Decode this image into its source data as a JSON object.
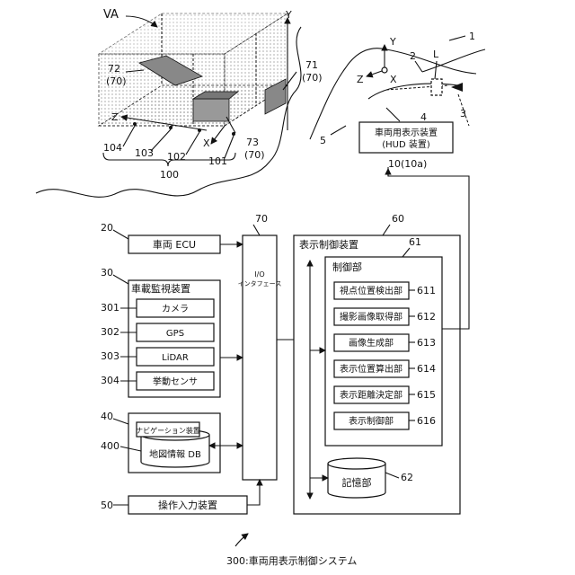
{
  "figure": {
    "system_caption": "300:車両用表示制御システム",
    "top_left": {
      "va": "VA",
      "axis_y": "Y",
      "axis_z": "Z",
      "axis_x": "X",
      "ref72": "72",
      "ref72b": "(70)",
      "ref71": "71",
      "ref71b": "(70)",
      "ref73": "73",
      "ref73b": "(70)",
      "ref104": "104",
      "ref103": "103",
      "ref102": "102",
      "ref101": "101",
      "ref100": "100"
    },
    "top_right": {
      "ref1": "1",
      "ref2": "2",
      "ref_l": "L",
      "ref3": "3",
      "ref4": "4",
      "ref5": "5",
      "axis_y": "Y",
      "axis_z": "Z",
      "axis_x": "X",
      "hud_line1": "車両用表示装置",
      "hud_line2": "(HUD 装置)",
      "hud_ref": "10(10a)"
    },
    "blocks": {
      "ecu": {
        "ref": "20",
        "label": "車両 ECU"
      },
      "monitor": {
        "ref": "30",
        "label": "車載監視装置",
        "items": [
          {
            "ref": "301",
            "label": "カメラ"
          },
          {
            "ref": "302",
            "label": "GPS"
          },
          {
            "ref": "303",
            "label": "LiDAR"
          },
          {
            "ref": "304",
            "label": "挙動センサ"
          }
        ]
      },
      "nav": {
        "ref": "40",
        "label": "ナビゲーション装置",
        "db_ref": "400",
        "db_label": "地図情報 DB"
      },
      "input": {
        "ref": "50",
        "label": "操作入力装置"
      },
      "io": {
        "ref": "70",
        "line1": "I/O",
        "line2": "インタフェース"
      },
      "display_ctrl": {
        "ref": "60",
        "label": "表示制御装置"
      },
      "control": {
        "ref": "61",
        "label": "制御部",
        "items": [
          {
            "ref": "611",
            "label": "視点位置検出部"
          },
          {
            "ref": "612",
            "label": "撮影画像取得部"
          },
          {
            "ref": "613",
            "label": "画像生成部"
          },
          {
            "ref": "614",
            "label": "表示位置算出部"
          },
          {
            "ref": "615",
            "label": "表示距離決定部"
          },
          {
            "ref": "616",
            "label": "表示制御部"
          }
        ]
      },
      "storage": {
        "ref": "62",
        "label": "記憶部"
      }
    }
  }
}
